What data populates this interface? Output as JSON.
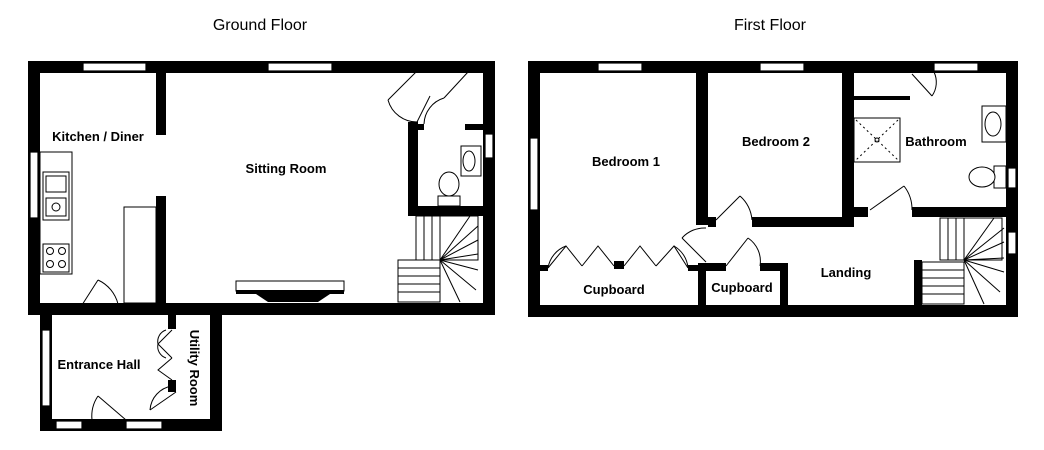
{
  "floors": [
    {
      "title": "Ground Floor",
      "rooms": [
        "Kitchen / Diner",
        "Sitting Room",
        "Entrance Hall",
        "Utility Room"
      ]
    },
    {
      "title": "First Floor",
      "rooms": [
        "Bedroom 1",
        "Bedroom 2",
        "Bathroom",
        "Cupboard",
        "Cupboard",
        "Landing"
      ]
    }
  ]
}
